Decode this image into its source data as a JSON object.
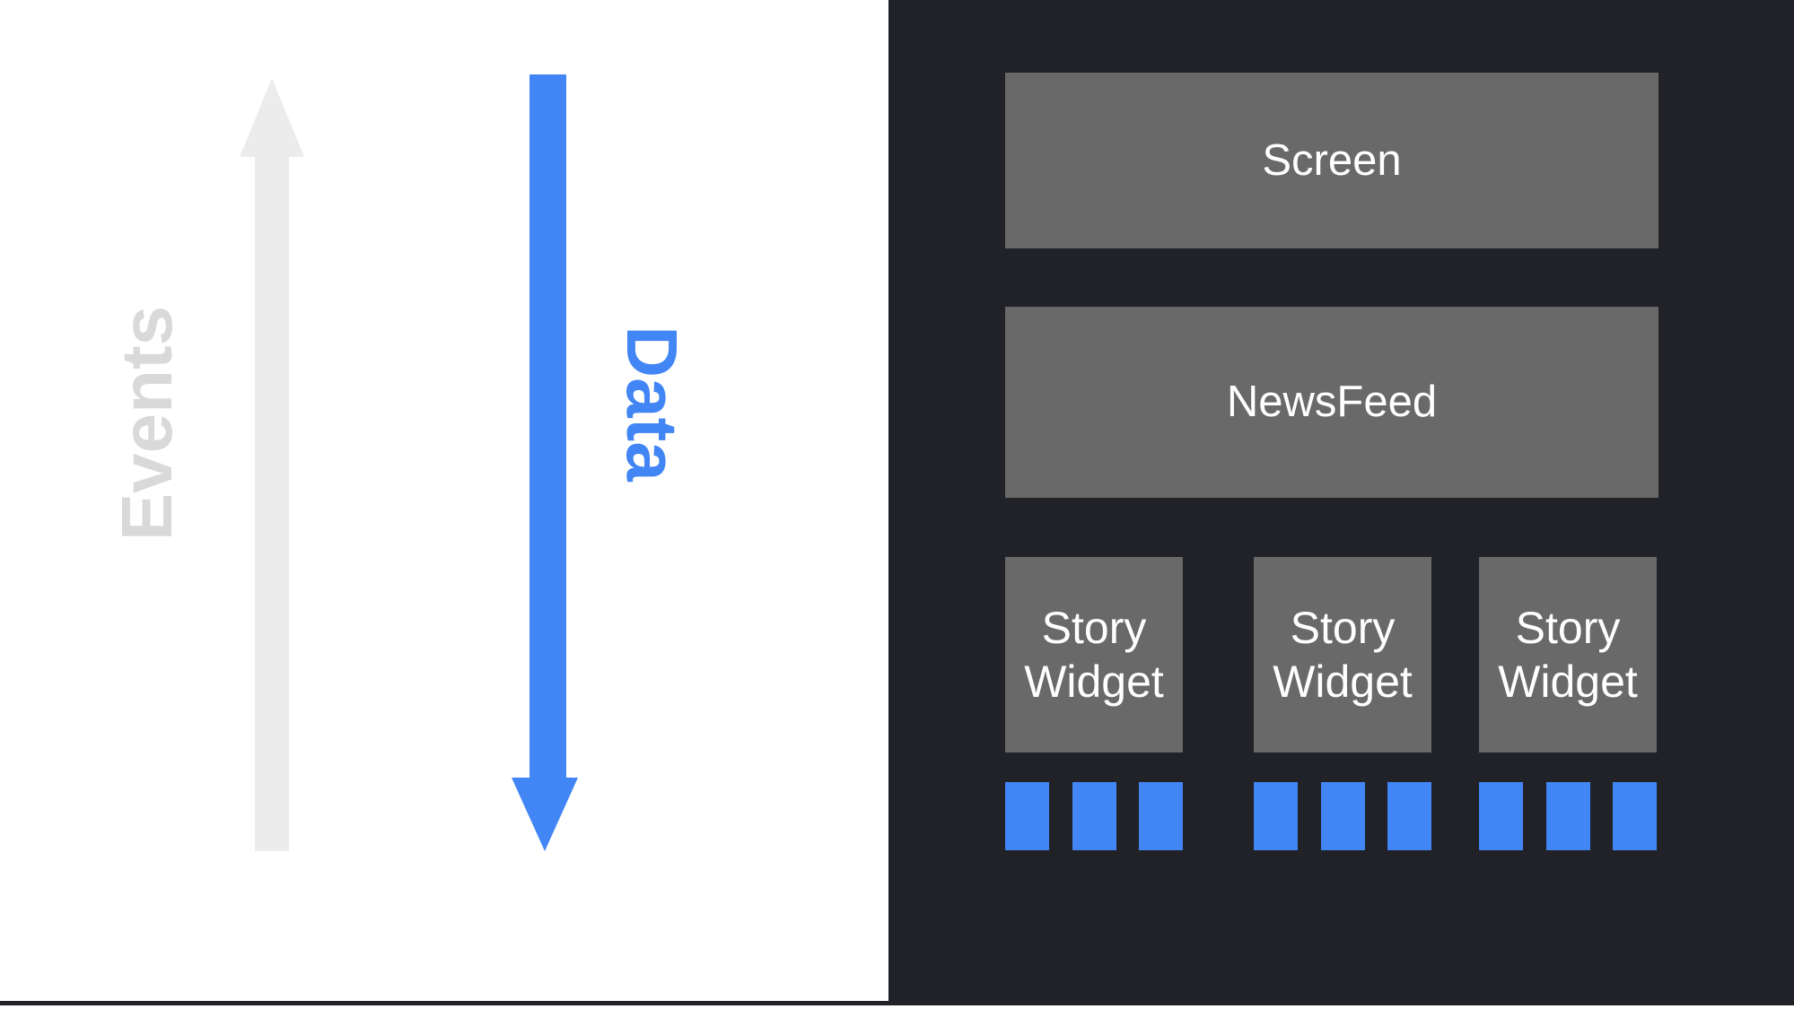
{
  "flow_diagram": {
    "events_label": "Events",
    "events_label_color": "#d9d9d9",
    "events_arrow": {
      "direction": "up",
      "color": "#ececec"
    },
    "data_label": "Data",
    "data_label_color": "#4285f4",
    "data_arrow": {
      "direction": "down",
      "color": "#4285f4"
    }
  },
  "widget_tree": {
    "panel_background": "#202227",
    "box_color": "#696969",
    "label_color": "#ffffff",
    "block_color": "#4285f4",
    "screen_label": "Screen",
    "newsfeed_label": "NewsFeed",
    "story_widgets": [
      {
        "label": "Story Widget",
        "blocks": 3
      },
      {
        "label": "Story Widget",
        "blocks": 3
      },
      {
        "label": "Story Widget",
        "blocks": 3
      }
    ]
  }
}
